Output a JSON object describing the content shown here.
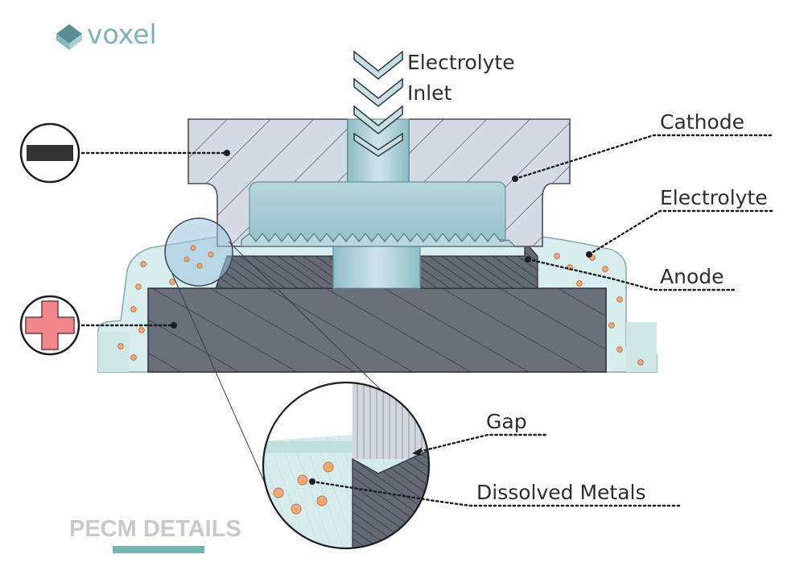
{
  "brand": {
    "name": "voxel",
    "colors": {
      "logo_teal": "#7fb2b5",
      "logo_dark": "#5b8d92"
    }
  },
  "section_title": "PECM DETAILS",
  "labels": {
    "electrolyte_inlet_line1": "Electrolyte",
    "electrolyte_inlet_line2": "Inlet",
    "cathode": "Cathode",
    "electrolyte": "Electrolyte",
    "anode": "Anode",
    "gap": "Gap",
    "dissolved_metals": "Dissolved Metals"
  },
  "polarity": {
    "negative_icon": "minus-sign-icon",
    "positive_icon": "plus-sign-icon",
    "negative_color": "#333333",
    "positive_color": "#f2878b"
  },
  "colors": {
    "cathode_fill": "#d4dbe4",
    "tool_fill": "#a9cdd4",
    "electrolyte_fill": "#d5ecec",
    "anode_fill": "#5f6670",
    "workpiece_top_fill": "#6f7680",
    "particle": "#f0a878",
    "accent_bar": "#6fb7ad"
  }
}
